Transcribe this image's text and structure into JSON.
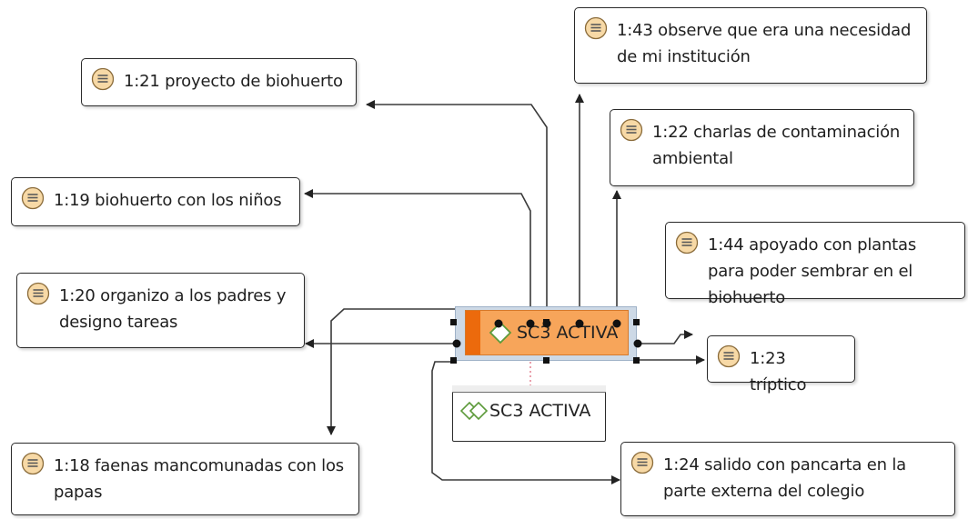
{
  "central_code": {
    "label": "SC3 ACTIVA",
    "icon": "diamond-code-icon",
    "fill": "#f7a55a",
    "accent": "#ec6a0c"
  },
  "code_group": {
    "label": "SC3 ACTIVA",
    "icon": "double-diamond-icon"
  },
  "quotations": [
    {
      "id": "q-1-21",
      "text": "1:21 proyecto de biohuerto",
      "icon": "quotation-icon"
    },
    {
      "id": "q-1-43",
      "text": "1:43 observe que era una necesidad de mi institución",
      "icon": "quotation-icon"
    },
    {
      "id": "q-1-22",
      "text": "1:22 charlas de contaminación ambiental",
      "icon": "quotation-icon"
    },
    {
      "id": "q-1-19",
      "text": "1:19 biohuerto con los niños",
      "icon": "quotation-icon"
    },
    {
      "id": "q-1-44",
      "text": "1:44 apoyado con plantas para poder sembrar en el biohuerto",
      "icon": "quotation-icon"
    },
    {
      "id": "q-1-20",
      "text": "1:20 organizo a los padres  y designo tareas",
      "icon": "quotation-icon"
    },
    {
      "id": "q-1-23",
      "text": "1:23 tríptico",
      "icon": "quotation-icon"
    },
    {
      "id": "q-1-18",
      "text": "1:18 faenas mancomunadas con  los papas",
      "icon": "quotation-icon"
    },
    {
      "id": "q-1-24",
      "text": "1:24 salido con pancarta en la parte externa del colegio",
      "icon": "quotation-icon"
    }
  ]
}
